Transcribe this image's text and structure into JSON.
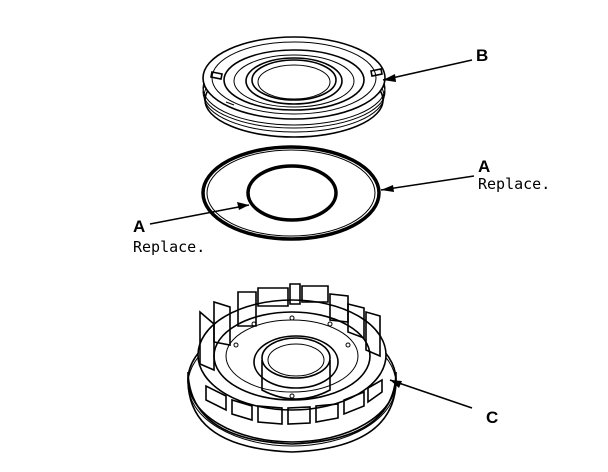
{
  "callouts": {
    "b": {
      "letter": "B"
    },
    "a_right": {
      "letter": "A",
      "note": "Replace."
    },
    "a_left": {
      "letter": "A",
      "note": "Replace."
    },
    "c": {
      "letter": "C"
    }
  }
}
